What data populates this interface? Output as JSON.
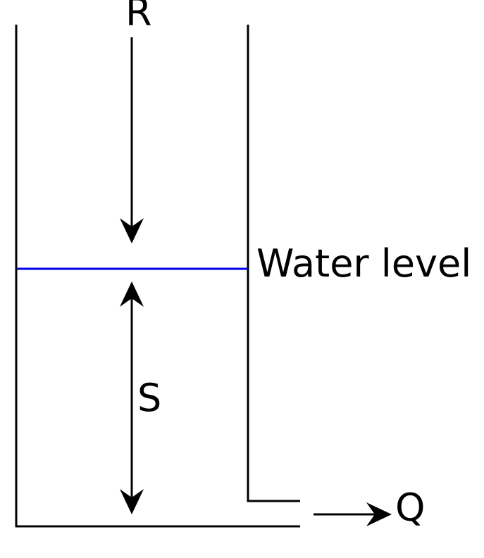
{
  "labels": {
    "inflow": "R",
    "water_level": "Water level",
    "storage": "S",
    "outflow": "Q"
  },
  "colors": {
    "water_line": "#0000ee",
    "stroke": "#000000"
  }
}
